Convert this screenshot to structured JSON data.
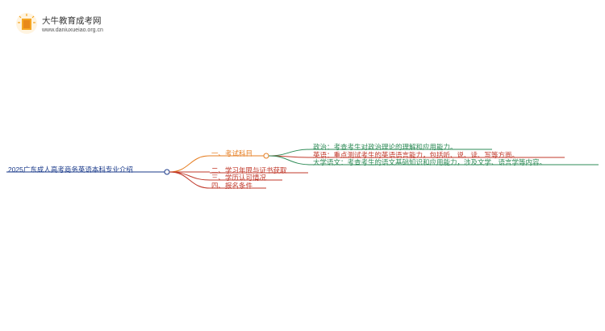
{
  "logo": {
    "icon": "book-flame-icon",
    "title": "大牛教育成考网",
    "url": "www.daniuxueiao.org.cn"
  },
  "mindmap": {
    "root": "2025广东成人高考商务英语本科专业介绍",
    "branches": [
      {
        "label": "一、考试科目",
        "children": [
          "政治：考查考生对政治理论的理解和应用能力。",
          "英语：重点测试考生的英语语言能力，包括听、说、读、写等方面。",
          "大学语文：考查考生的语文基础知识和应用能力，涉及文学、语言学等内容。"
        ]
      },
      {
        "label": "二、学习年限与证书获取",
        "children": []
      },
      {
        "label": "三、学历认可情况",
        "children": []
      },
      {
        "label": "四、报名条件",
        "children": []
      }
    ]
  },
  "colors": {
    "root": "#1a3a8a",
    "branch_orange": "#e67e22",
    "branch_red": "#c0392b",
    "leaf_green": "#2e8b57"
  }
}
